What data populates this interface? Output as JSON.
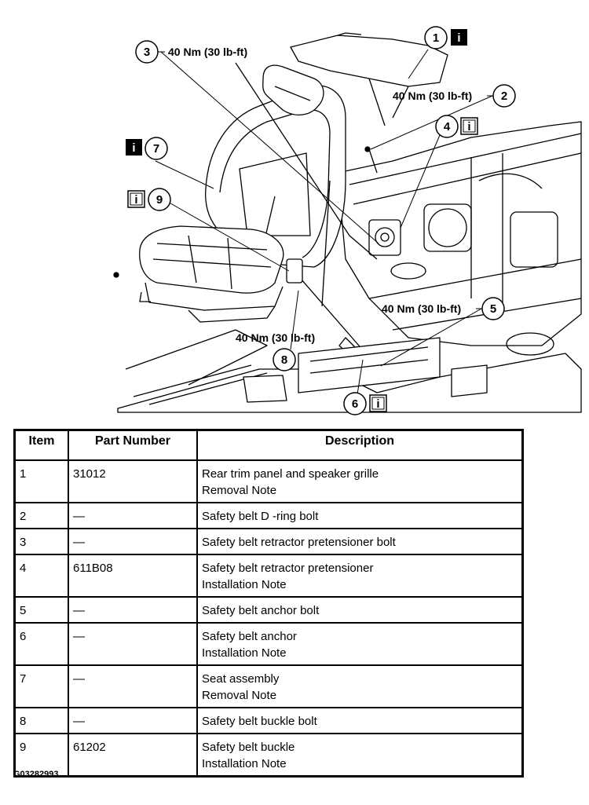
{
  "callouts": [
    {
      "num": "1",
      "torque": "",
      "info": true
    },
    {
      "num": "2",
      "torque": "40 Nm (30 lb-ft)",
      "info": false
    },
    {
      "num": "3",
      "torque": "40 Nm (30 lb-ft)",
      "info": false
    },
    {
      "num": "4",
      "torque": "",
      "info": true
    },
    {
      "num": "5",
      "torque": "40 Nm (30 lb-ft)",
      "info": false
    },
    {
      "num": "6",
      "torque": "",
      "info": true
    },
    {
      "num": "7",
      "torque": "",
      "info": true
    },
    {
      "num": "8",
      "torque": "40 Nm (30 lb-ft)",
      "info": false
    },
    {
      "num": "9",
      "torque": "",
      "info": true
    }
  ],
  "info_glyph": "i",
  "table": {
    "headers": [
      "Item",
      "Part Number",
      "Description"
    ],
    "rows": [
      {
        "item": "1",
        "part": "31012",
        "desc": [
          "Rear trim panel and speaker grille",
          "Removal Note"
        ]
      },
      {
        "item": "2",
        "part": "—",
        "desc": [
          "Safety belt D -ring bolt"
        ]
      },
      {
        "item": "3",
        "part": "—",
        "desc": [
          "Safety belt retractor pretensioner bolt"
        ]
      },
      {
        "item": "4",
        "part": "611B08",
        "desc": [
          "Safety belt retractor pretensioner",
          "Installation Note"
        ]
      },
      {
        "item": "5",
        "part": "—",
        "desc": [
          "Safety belt anchor bolt"
        ]
      },
      {
        "item": "6",
        "part": "—",
        "desc": [
          "Safety belt anchor",
          "Installation Note"
        ]
      },
      {
        "item": "7",
        "part": "—",
        "desc": [
          "Seat assembly",
          "Removal Note"
        ]
      },
      {
        "item": "8",
        "part": "—",
        "desc": [
          "Safety belt buckle bolt"
        ]
      },
      {
        "item": "9",
        "part": "61202",
        "desc": [
          "Safety belt buckle",
          "Installation Note"
        ]
      }
    ]
  },
  "figure_id": "G03282993"
}
